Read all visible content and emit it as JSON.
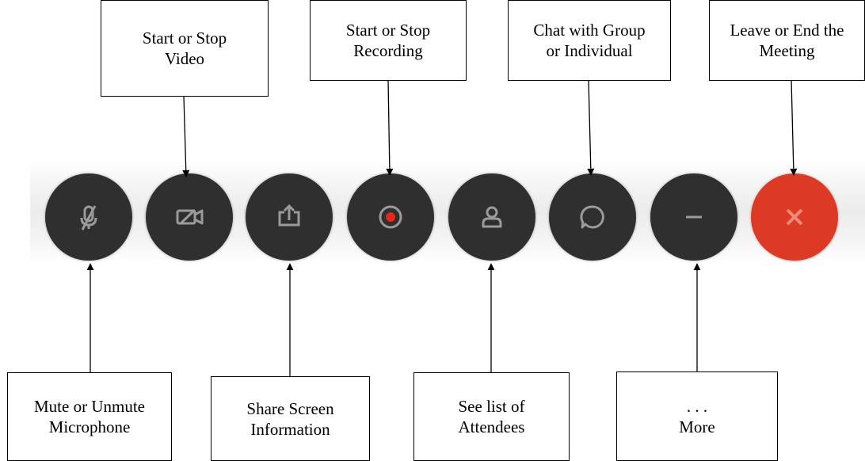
{
  "colors": {
    "button_bg": "#2f2f2f",
    "icon": "#9a9a9a",
    "record_dot": "#e8261b",
    "end_bg": "#dd3a25",
    "end_icon": "#ef8a78"
  },
  "toolbar": {
    "buttons": [
      {
        "id": "microphone",
        "icon": "microphone-muted-icon"
      },
      {
        "id": "video",
        "icon": "video-camera-icon"
      },
      {
        "id": "share",
        "icon": "share-screen-icon"
      },
      {
        "id": "record",
        "icon": "record-icon"
      },
      {
        "id": "attendees",
        "icon": "person-icon"
      },
      {
        "id": "chat",
        "icon": "chat-bubble-icon"
      },
      {
        "id": "more",
        "icon": "more-dash-icon"
      },
      {
        "id": "end",
        "icon": "close-x-icon"
      }
    ]
  },
  "callouts": {
    "top": [
      {
        "target": "video",
        "text": "Start or Stop\nVideo"
      },
      {
        "target": "record",
        "text": "Start or Stop\nRecording"
      },
      {
        "target": "chat",
        "text": "Chat with Group\nor  Individual"
      },
      {
        "target": "end",
        "text": "Leave or End the\nMeeting"
      }
    ],
    "bottom": [
      {
        "target": "microphone",
        "text": "Mute or Unmute\nMicrophone"
      },
      {
        "target": "share",
        "text": "Share Screen\nInformation"
      },
      {
        "target": "attendees",
        "text": "See list of\nAttendees"
      },
      {
        "target": "more",
        "text": ". . .\nMore"
      }
    ]
  }
}
